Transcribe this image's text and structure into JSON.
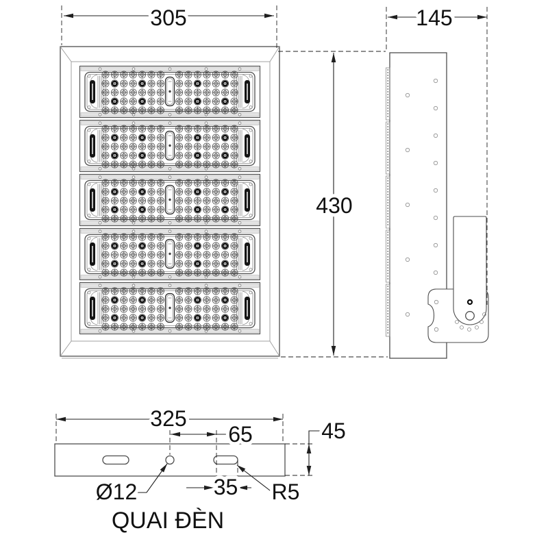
{
  "drawing": {
    "caption": "QUAI ĐÈN",
    "dims": {
      "front_width": "305",
      "side_depth": "145",
      "front_height": "430",
      "bracket_length": "325",
      "hole_offset": "65",
      "bracket_height": "45",
      "slot_width": "35",
      "hole_diameter": "Ø12",
      "slot_radius": "R5"
    },
    "colors": {
      "line": "#4d4d4d",
      "dim_line": "#1f1f1f",
      "text": "#111111",
      "background": "#ffffff"
    }
  }
}
